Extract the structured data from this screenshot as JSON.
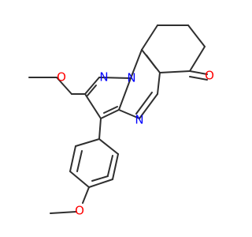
{
  "molecule": {
    "atoms": {
      "o_methoxymethyl": "O",
      "n_pyrazole": "N",
      "n_bridge": "N",
      "n_pyrimidine": "N",
      "o_ketone": "O",
      "o_aryl_methoxy": "O"
    },
    "colors": {
      "bond": "#2f2f2f",
      "oxygen": "#ff0000",
      "nitrogen": "#0000ff"
    }
  }
}
